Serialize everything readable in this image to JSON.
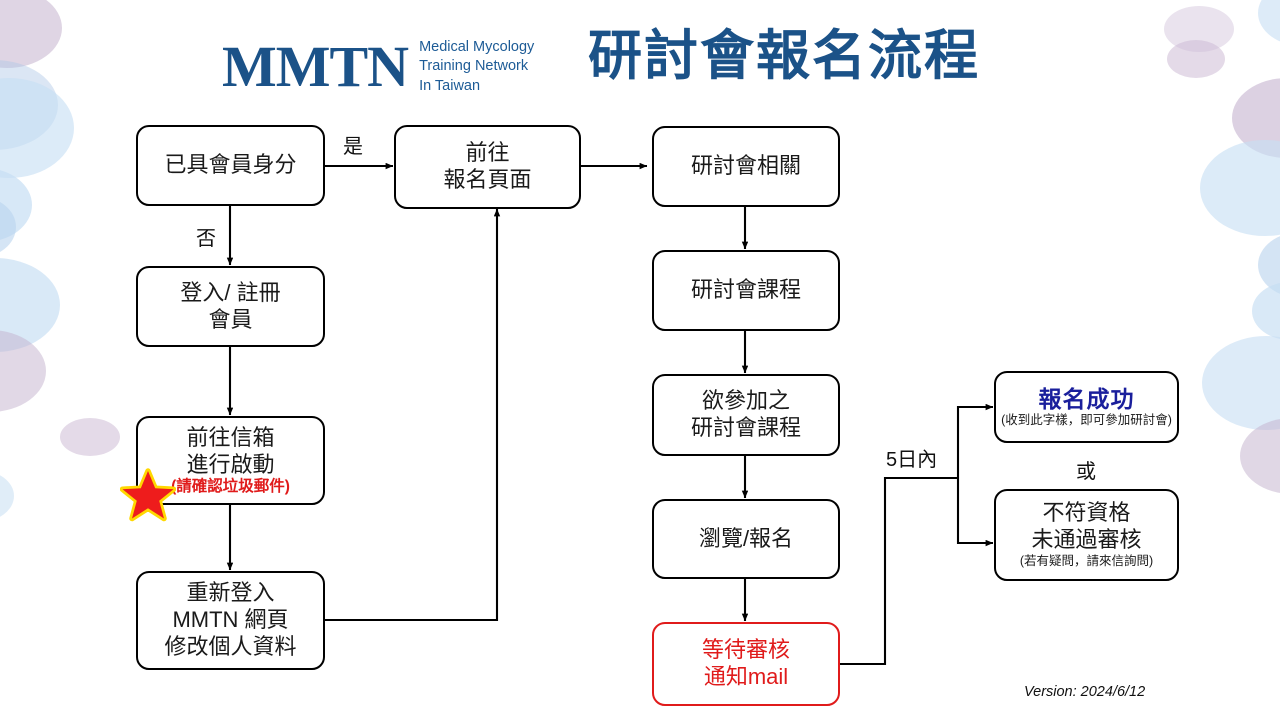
{
  "header": {
    "logo_mark": "MMTN",
    "logo_sub_line1": "Medical Mycology",
    "logo_sub_line2": "Training Network",
    "logo_sub_line3": "In Taiwan",
    "title": "研討會報名流程",
    "brand_color": "#1b5288"
  },
  "nodes": {
    "member_check": {
      "line1": "已具會員身分"
    },
    "login_register": {
      "line1": "登入/ 註冊",
      "line2": "會員"
    },
    "activate_mail": {
      "line1": "前往信箱",
      "line2": "進行啟動",
      "line3": "(請確認垃圾郵件)"
    },
    "relogin_edit": {
      "line1": "重新登入",
      "line2": "MMTN 網頁",
      "line3": "修改個人資料"
    },
    "goto_signup": {
      "line1": "前往",
      "line2": "報名頁面"
    },
    "seminar_info": {
      "line1": "研討會相關"
    },
    "seminar_course": {
      "line1": "研討會課程"
    },
    "desired_course": {
      "line1": "欲參加之",
      "line2": "研討會課程"
    },
    "browse_signup": {
      "line1": "瀏覽/報名"
    },
    "await_review": {
      "line1": "等待審核",
      "line2": "通知mail"
    },
    "success": {
      "line1": "報名成功",
      "line2": "(收到此字樣，即可參加研討會)"
    },
    "rejected": {
      "line1": "不符資格",
      "line2": "未通過審核",
      "line3": "(若有疑問，請來信詢問)"
    }
  },
  "edge_labels": {
    "yes": "是",
    "no": "否",
    "within_5_days": "5日內",
    "or": "或"
  },
  "accent": {
    "star": "red-star-icon",
    "star_color": "#ee1c1c",
    "star_glow": "#ffd800",
    "alert_color": "#e01b1b",
    "success_color": "#1a1f9c"
  },
  "footer": {
    "version": "Version: 2024/6/12"
  }
}
